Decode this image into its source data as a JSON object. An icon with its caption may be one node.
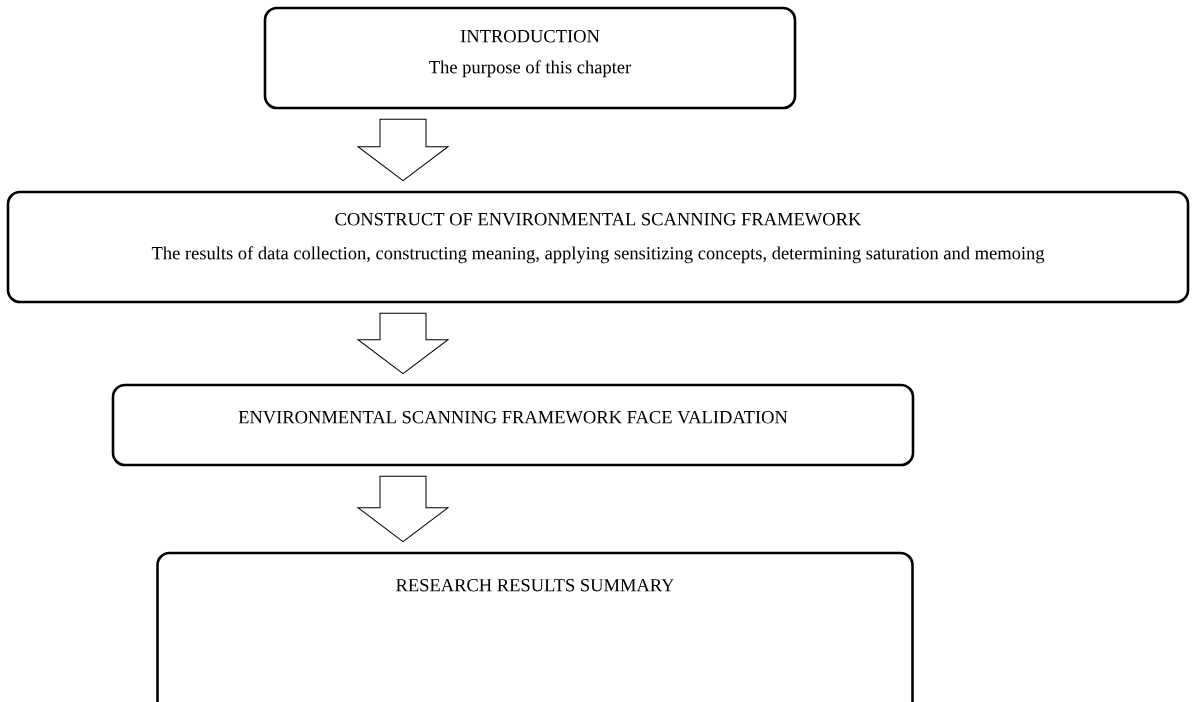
{
  "diagram": {
    "nodes": [
      {
        "text": [
          "INTRODUCTION",
          "The purpose of this chapter"
        ]
      },
      {
        "text": [
          "CONSTRUCT OF ENVIRONMENTAL SCANNING FRAMEWORK",
          "The results of data collection, constructing meaning, applying sensitizing concepts, determining saturation and memoing"
        ]
      },
      {
        "text": [
          "ENVIRONMENTAL SCANNING FRAMEWORK FACE VALIDATION"
        ]
      },
      {
        "text": [
          "RESEARCH RESULTS SUMMARY"
        ]
      }
    ],
    "edges": [
      {
        "from": 0,
        "to": 1,
        "arrow": "to"
      },
      {
        "from": 1,
        "to": 2,
        "arrow": "to"
      },
      {
        "from": 2,
        "to": 3,
        "arrow": "to"
      }
    ]
  }
}
